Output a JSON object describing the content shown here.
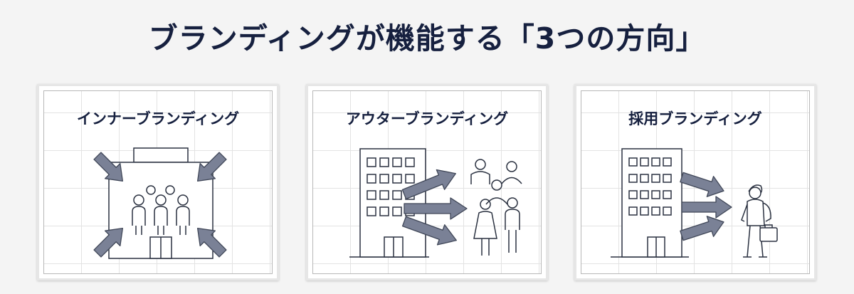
{
  "title": "ブランディングが機能する「3つの方向」",
  "panels": [
    {
      "title": "インナーブランディング",
      "icon": "building-with-inward-arrows-and-employees"
    },
    {
      "title": "アウターブランディング",
      "icon": "building-with-outward-arrows-to-public"
    },
    {
      "title": "採用ブランディング",
      "icon": "building-with-arrows-to-job-seeker"
    }
  ],
  "colors": {
    "title": "#16203f",
    "arrow": "#7a8196",
    "line": "#2a3140",
    "background": "#f4f4f4"
  }
}
